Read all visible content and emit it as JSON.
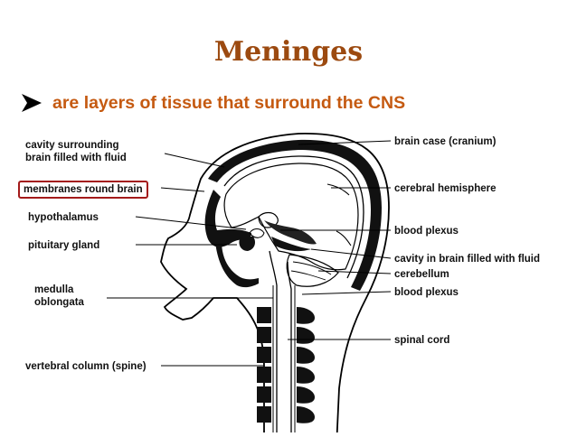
{
  "slide": {
    "title": "Meninges",
    "bullet": "are layers of tissue that surround the CNS",
    "colors": {
      "title": "#9c4a10",
      "bullet_text": "#c55a11",
      "arrow": "#000000",
      "highlight_box": "#a31a1a"
    }
  },
  "diagram": {
    "labels_left": {
      "cavity_1": "cavity surrounding",
      "cavity_2": "brain filled with fluid",
      "membranes": "membranes round brain",
      "hypothalamus": "hypothalamus",
      "pituitary": "pituitary gland",
      "medulla_1": "medulla",
      "medulla_2": "oblongata",
      "vertebral": "vertebral column (spine)"
    },
    "labels_right": {
      "brain_case": "brain case (cranium)",
      "cerebral": "cerebral hemisphere",
      "blood_plexus_1": "blood plexus",
      "cavity_brain": "cavity in brain filled with fluid",
      "cerebellum": "cerebellum",
      "blood_plexus_2": "blood plexus",
      "spinal_cord": "spinal cord"
    }
  }
}
